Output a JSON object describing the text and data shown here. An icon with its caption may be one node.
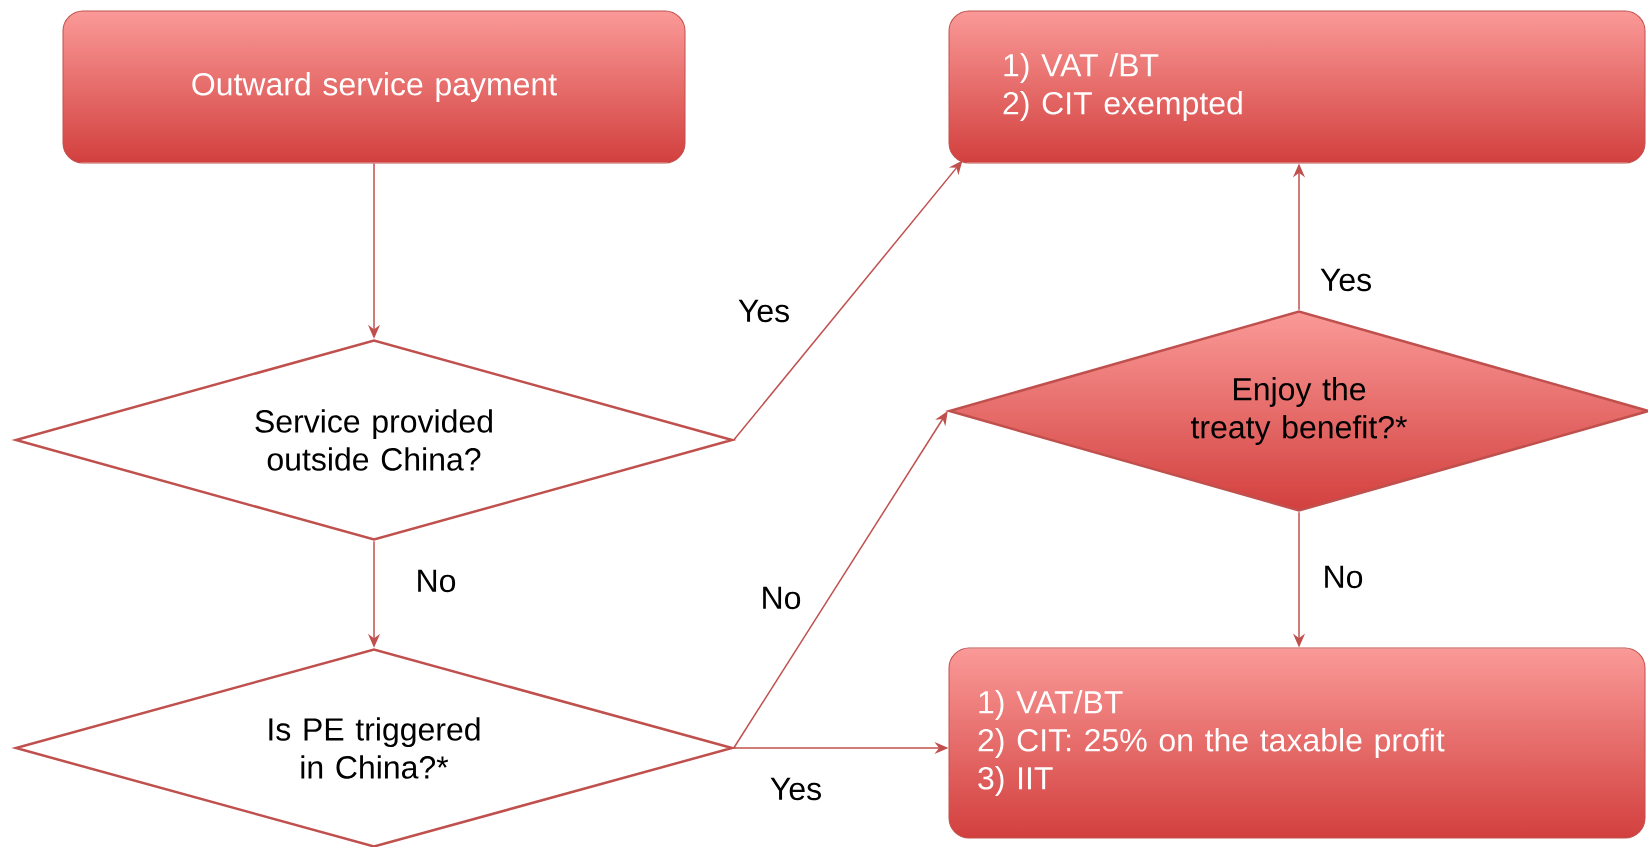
{
  "diagram": {
    "nodes": [
      {
        "text": [
          "Outward service payment"
        ]
      },
      {
        "text": [
          "Service provided outside China?"
        ]
      },
      {
        "text": [
          "1) VAT /BT",
          "2) CIT exempted"
        ]
      },
      {
        "text": [
          "Enjoy the treaty benefit?*"
        ]
      },
      {
        "text": [
          "Is PE triggered in China?*"
        ]
      },
      {
        "text": [
          "1) VAT/BT",
          "2) CIT: 25% on the taxable profit",
          "3) IIT"
        ]
      }
    ],
    "edges": [
      {
        "from": 0,
        "to": 1,
        "arrow": "to"
      },
      {
        "from": 1,
        "to": 2,
        "arrow": "to",
        "label": "Yes"
      },
      {
        "from": 1,
        "to": 4,
        "arrow": "to",
        "label": "No"
      },
      {
        "from": 4,
        "to": 3,
        "arrow": "to",
        "label": "No"
      },
      {
        "from": 4,
        "to": 5,
        "arrow": "to",
        "label": "Yes"
      },
      {
        "from": 3,
        "to": 2,
        "arrow": "to",
        "label": "Yes"
      },
      {
        "from": 3,
        "to": 5,
        "arrow": "to",
        "label": "No"
      }
    ]
  }
}
